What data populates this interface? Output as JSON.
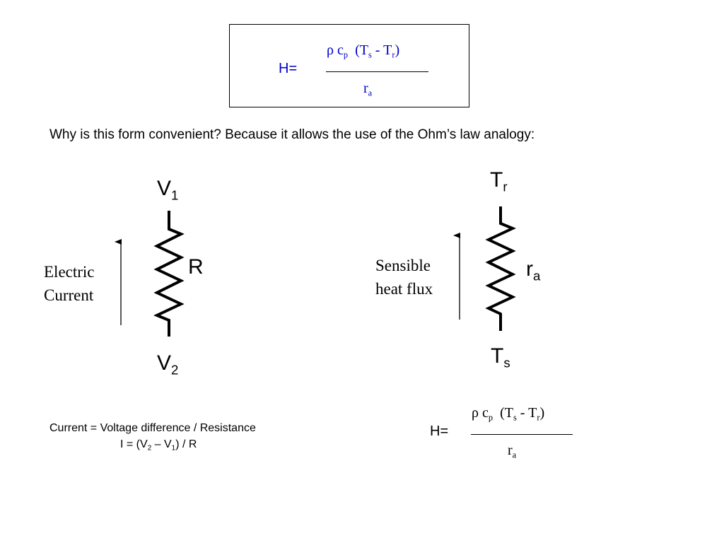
{
  "top_formula": {
    "lhs": "H=",
    "numerator": {
      "rho": "ρ",
      "c": "c",
      "c_sub": "p",
      "paren_open": "(T",
      "ts_sub": "s",
      "minus": " - T",
      "tr_sub": "r",
      "paren_close": ")"
    },
    "denominator": {
      "r": "r",
      "r_sub": "a"
    }
  },
  "question": "Why is this form convenient?  Because it allows the use of the Ohm’s law analogy:",
  "electric": {
    "top_label": "V",
    "top_sub": "1",
    "bottom_label": "V",
    "bottom_sub": "2",
    "resistor_label": "R",
    "arrow_label_line1": "Electric",
    "arrow_label_line2": "Current"
  },
  "thermal": {
    "top_label": "T",
    "top_sub": "r",
    "bottom_label": "T",
    "bottom_sub": "s",
    "resistor_label": "r",
    "resistor_sub": "a",
    "arrow_label_line1": "Sensible",
    "arrow_label_line2": "heat flux"
  },
  "ohms_law": {
    "line1": "Current = Voltage difference / Resistance",
    "line2_a": "I = (V",
    "line2_sub1": "2",
    "line2_b": " – V",
    "line2_sub2": "1",
    "line2_c": ") / R"
  },
  "bottom_formula": {
    "lhs": "H=",
    "numerator": {
      "rho": "ρ",
      "c": "c",
      "c_sub": "p",
      "paren_open": "(T",
      "ts_sub": "s",
      "minus": " - T",
      "tr_sub": "r",
      "paren_close": ")"
    },
    "denominator": {
      "r": "r",
      "r_sub": "a"
    }
  }
}
